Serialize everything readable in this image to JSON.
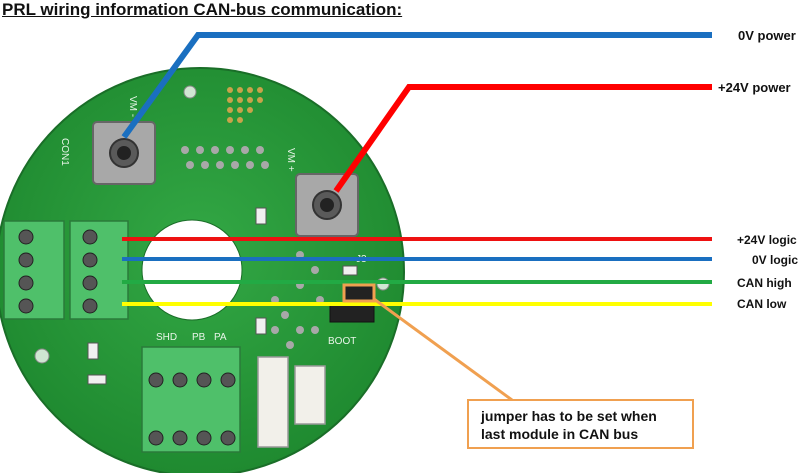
{
  "title": "PRL wiring information CAN-bus communication:",
  "labels": {
    "zero_v_power": "0V power",
    "plus24_power": "+24V power",
    "plus24_logic": "+24V logic",
    "zero_v_logic": "0V logic",
    "can_high": "CAN high",
    "can_low": "CAN low"
  },
  "note": "jumper has to be set when last module in CAN bus",
  "board_marks": {
    "conn_label": "CON1",
    "vm_plus": "VM +",
    "vm_minus": "VM -",
    "boot": "BOOT",
    "shd": "SHD",
    "pb": "PB",
    "pa": "PA",
    "j3": "J3"
  },
  "colors": {
    "power_0v": "#1a6fc0",
    "power_24v": "#ff0000",
    "logic_24v": "#ee1111",
    "logic_0v": "#1a6fc0",
    "can_high": "#22aa44",
    "can_low": "#ffff00",
    "callout": "#f0a050",
    "pcb": "#2e9b3c"
  }
}
